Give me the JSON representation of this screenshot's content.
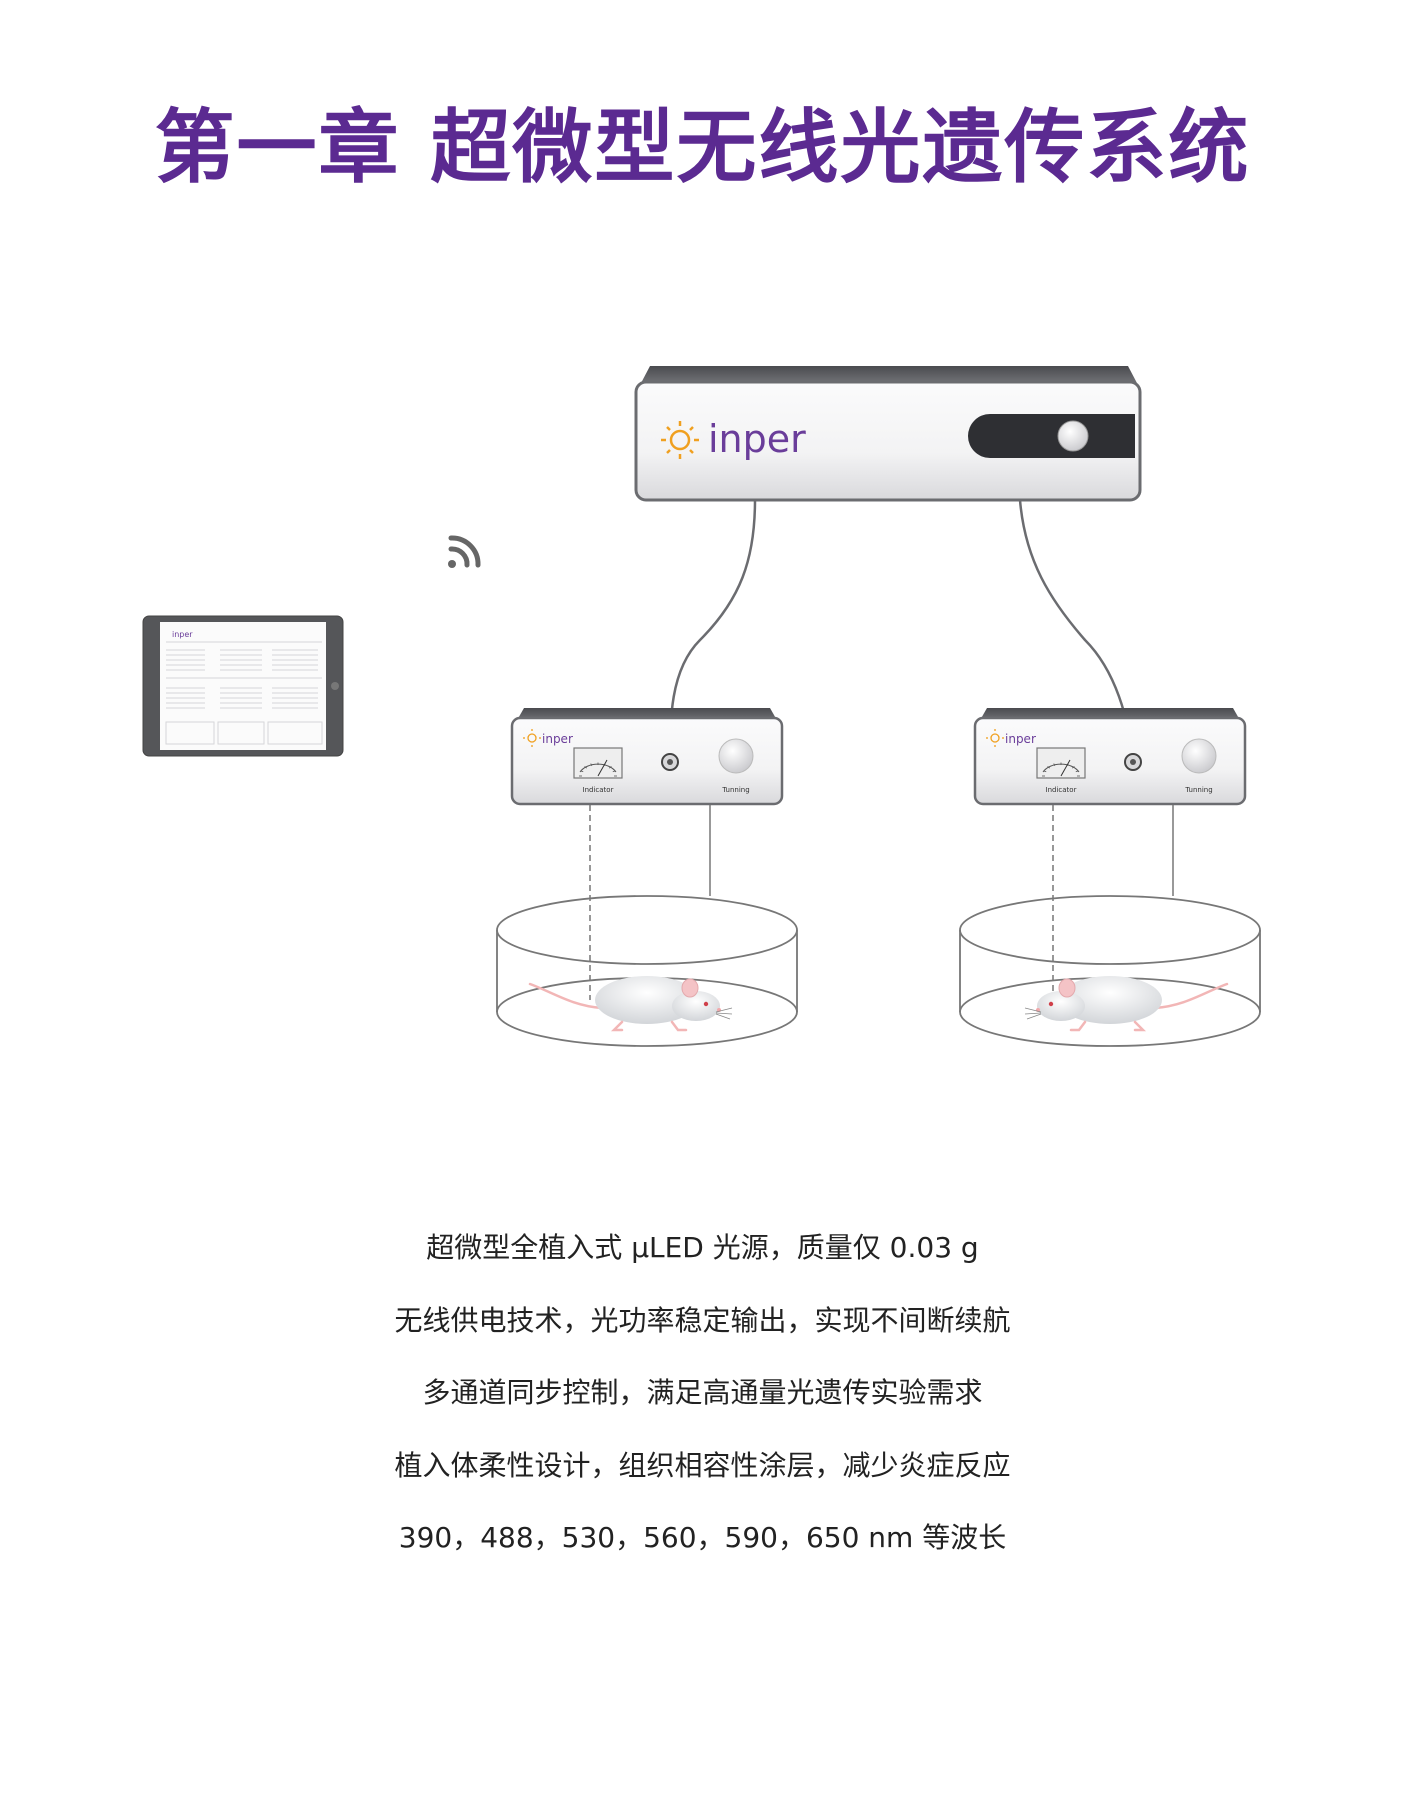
{
  "title": "第一章 超微型无线光遗传系统",
  "colors": {
    "title": "#5b2a91",
    "brand": "#6a3d9a",
    "sun": "#f0a020",
    "device_panel": "#f6f6f7",
    "device_top": "#5e5f63",
    "text": "#222222"
  },
  "main_unit": {
    "brand": "inper"
  },
  "wireless_icon": "wireless-signal-icon",
  "tablet": {
    "brand": "inper"
  },
  "channels": [
    {
      "brand": "inper",
      "indicator_label": "Indicator",
      "tuning_label": "Tunning"
    },
    {
      "brand": "inper",
      "indicator_label": "Indicator",
      "tuning_label": "Tunning"
    }
  ],
  "features": [
    "超微型全植入式 μLED 光源，质量仅 0.03 g",
    "无线供电技术，光功率稳定输出，实现不间断续航",
    "多通道同步控制，满足高通量光遗传实验需求",
    "植入体柔性设计，组织相容性涂层，减少炎症反应",
    "390，488，530，560，590，650 nm 等波长"
  ]
}
